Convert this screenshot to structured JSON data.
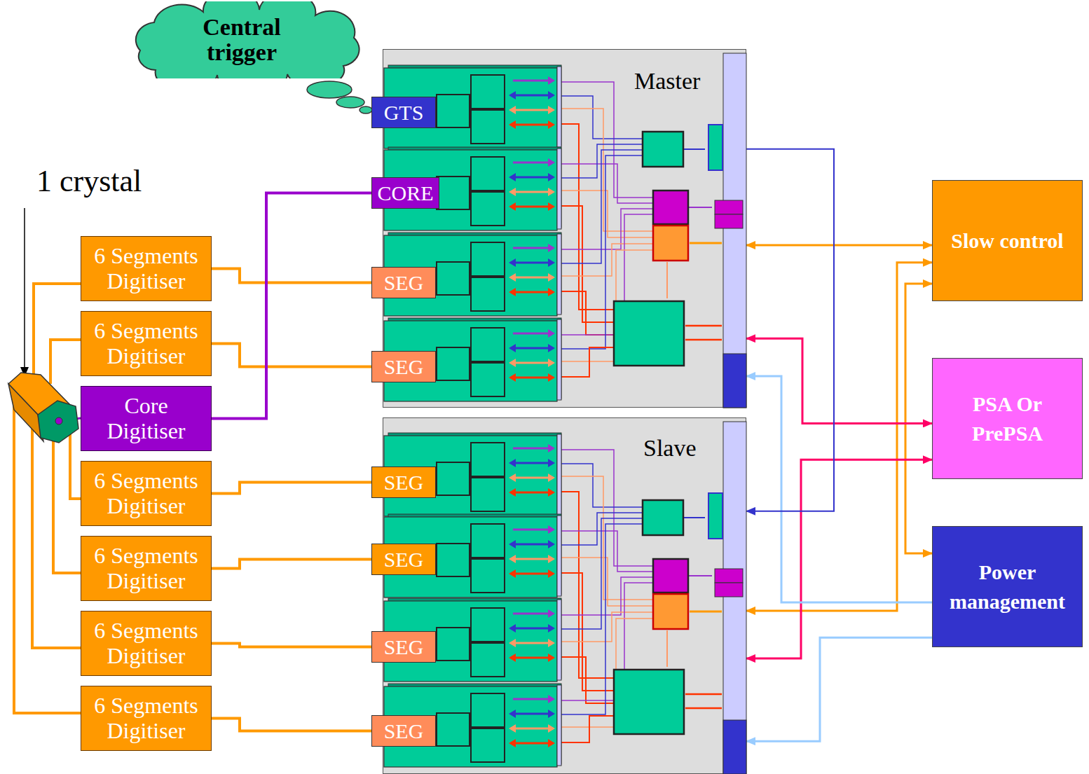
{
  "diagram": {
    "nodes": [
      {
        "text": [
          "Central trigger"
        ]
      },
      {
        "text": [
          "Master"
        ]
      },
      {
        "text": [
          "GTS"
        ],
        "in": 1
      },
      {
        "text": [
          "CORE"
        ],
        "in": 1
      },
      {
        "text": [
          "SEG"
        ],
        "in": 1
      },
      {
        "text": [
          "SEG"
        ],
        "in": 1
      },
      {
        "text": [
          "Slave"
        ]
      },
      {
        "text": [
          "SEG"
        ],
        "in": 6
      },
      {
        "text": [
          "SEG"
        ],
        "in": 6
      },
      {
        "text": [
          "SEG"
        ],
        "in": 6
      },
      {
        "text": [
          "SEG"
        ],
        "in": 6
      },
      {
        "text": [
          "6 Segments Digitiser"
        ]
      },
      {
        "text": [
          "6 Segments Digitiser"
        ]
      },
      {
        "text": [
          "Core Digitiser"
        ]
      },
      {
        "text": [
          "6 Segments Digitiser"
        ]
      },
      {
        "text": [
          "6 Segments Digitiser"
        ]
      },
      {
        "text": [
          "6 Segments Digitiser"
        ]
      },
      {
        "text": [
          "6 Segments Digitiser"
        ]
      },
      {
        "text": [
          "Slow control"
        ]
      },
      {
        "text": [
          "PSA Or PrePSA"
        ]
      },
      {
        "text": [
          "Power management"
        ]
      }
    ],
    "edges": [
      {
        "from": 11,
        "to": 4,
        "arrow": "none"
      },
      {
        "from": 12,
        "to": 5,
        "arrow": "none"
      },
      {
        "from": 13,
        "to": 3,
        "arrow": "none"
      },
      {
        "from": 14,
        "to": 7,
        "arrow": "none"
      },
      {
        "from": 15,
        "to": 8,
        "arrow": "none"
      },
      {
        "from": 16,
        "to": 9,
        "arrow": "none"
      },
      {
        "from": 17,
        "to": 10,
        "arrow": "none"
      },
      {
        "from": 1,
        "to": 18,
        "arrow": "both"
      },
      {
        "from": 6,
        "to": 18,
        "arrow": "both"
      },
      {
        "from": 18,
        "to": 20,
        "arrow": "both"
      },
      {
        "from": 1,
        "to": 19,
        "arrow": "both"
      },
      {
        "from": 6,
        "to": 19,
        "arrow": "both"
      },
      {
        "from": 20,
        "to": 1,
        "arrow": "to"
      },
      {
        "from": 20,
        "to": 6,
        "arrow": "to"
      },
      {
        "from": 1,
        "to": 6,
        "arrow": "to"
      }
    ],
    "labels": [
      "1 crystal"
    ]
  }
}
